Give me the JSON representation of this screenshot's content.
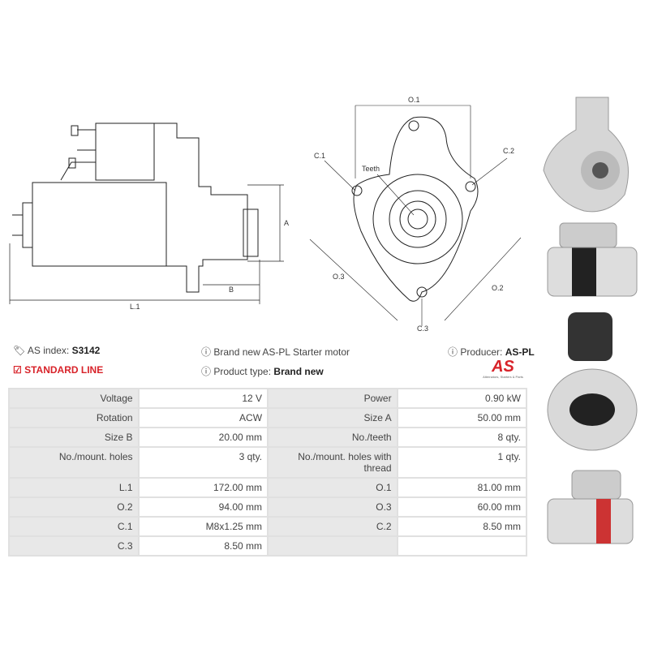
{
  "drawing_labels": {
    "a": "A",
    "b": "B",
    "l1": "L.1",
    "o1": "O.1",
    "o2": "O.2",
    "o3": "O.3",
    "c1": "C.1",
    "c2": "C.2",
    "c3": "C.3",
    "teeth": "Teeth"
  },
  "info": {
    "as_index_label": "AS index:",
    "as_index_value": "S3142",
    "line": "STANDARD LINE",
    "description": "Brand new AS-PL Starter motor",
    "product_type_label": "Product type:",
    "product_type_value": "Brand new",
    "producer_label": "Producer:",
    "producer_value": "AS-PL",
    "logo_text": "AS",
    "logo_tagline": "Alternators, Starters & Parts"
  },
  "colors": {
    "accent": "#d8232a"
  },
  "specs": [
    [
      "Voltage",
      "12 V",
      "Power",
      "0.90 kW"
    ],
    [
      "Rotation",
      "ACW",
      "Size A",
      "50.00 mm"
    ],
    [
      "Size B",
      "20.00 mm",
      "No./teeth",
      "8 qty."
    ],
    [
      "No./mount. holes",
      "3 qty.",
      "No./mount. holes with thread",
      "1 qty."
    ],
    [
      "L.1",
      "172.00 mm",
      "O.1",
      "81.00 mm"
    ],
    [
      "O.2",
      "94.00 mm",
      "O.3",
      "60.00 mm"
    ],
    [
      "C.1",
      "M8x1.25 mm",
      "C.2",
      "8.50 mm"
    ],
    [
      "C.3",
      "8.50 mm",
      "",
      ""
    ]
  ]
}
